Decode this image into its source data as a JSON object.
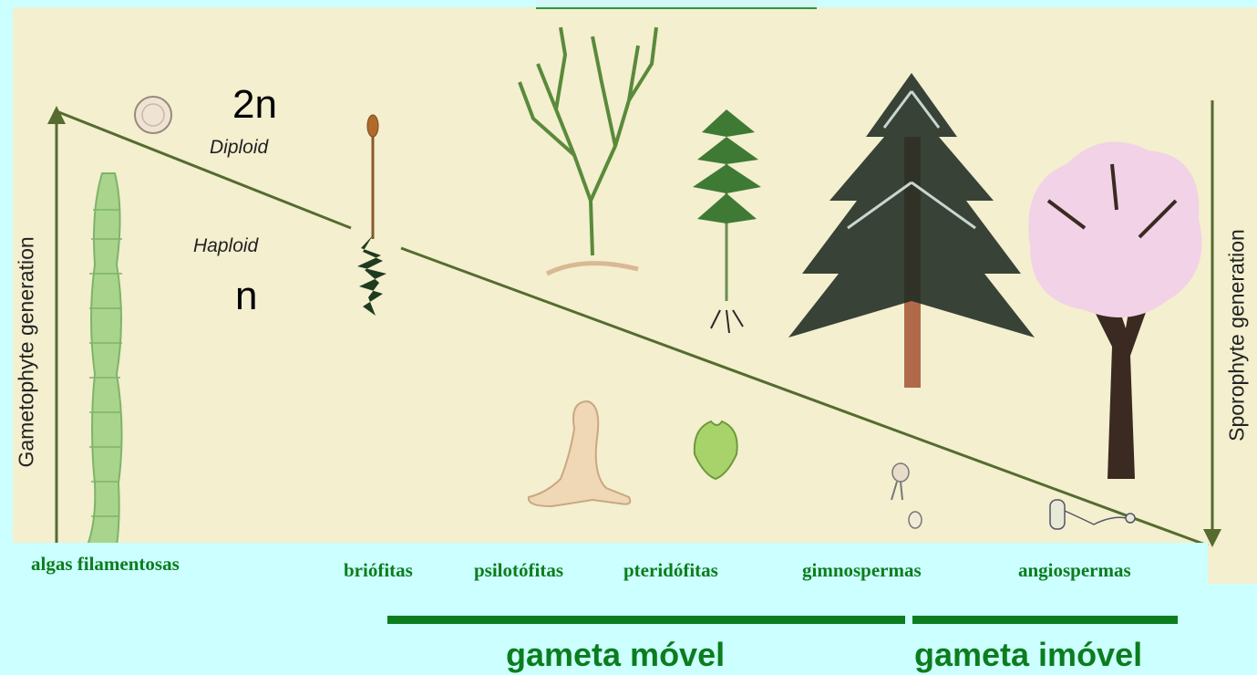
{
  "diagram": {
    "ploidy_diploid": "2n",
    "ploidy_haploid": "n",
    "diploid_label": "Diploid",
    "haploid_label": "Haploid",
    "left_axis_label": "Gametophyte generation",
    "right_axis_label": "Sporophyte generation"
  },
  "groups": {
    "algas": "algas filamentosas",
    "briofitas": "briófitas",
    "psilotofitas": "psilotófitas",
    "pteridofitas": "pteridófitas",
    "gimnospermas": "gimnospermas",
    "angiospermas": "angiospermas"
  },
  "bottom": {
    "mobile_label": "gameta móvel",
    "immobile_label": "gameta imóvel"
  },
  "colors": {
    "background": "#ccffff",
    "panel": "#f3efcf",
    "accent_green": "#0b7d1e",
    "line_green": "#556b2f"
  }
}
